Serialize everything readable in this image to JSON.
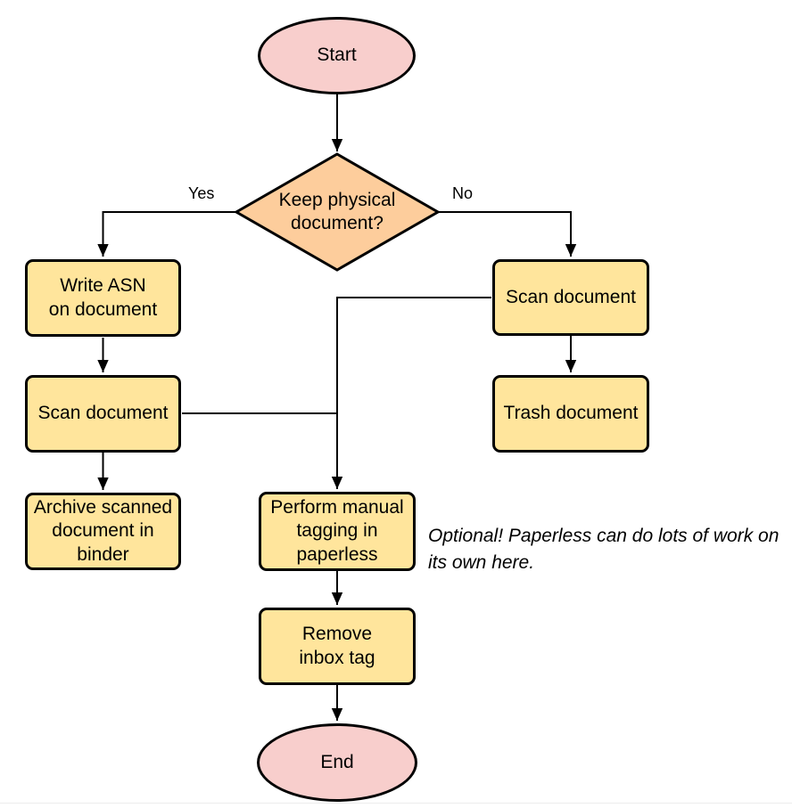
{
  "diagram": {
    "type": "flowchart",
    "colors": {
      "terminal_fill": "#F8CECC",
      "decision_fill": "#FDCD9C",
      "process_fill": "#FFE59C",
      "stroke": "#000000",
      "text": "#000000",
      "page_edge": "#ededed"
    },
    "nodes": {
      "start": {
        "type": "terminal",
        "label": "Start"
      },
      "decision": {
        "type": "decision",
        "label": "Keep physical\ndocument?"
      },
      "write_asn": {
        "type": "process",
        "label": "Write ASN\non document"
      },
      "scan_left": {
        "type": "process",
        "label": "Scan document"
      },
      "archive": {
        "type": "process",
        "label": "Archive scanned\ndocument in\nbinder"
      },
      "scan_right": {
        "type": "process",
        "label": "Scan document"
      },
      "trash": {
        "type": "process",
        "label": "Trash document"
      },
      "tagging": {
        "type": "process",
        "label": "Perform manual\ntagging in\npaperless"
      },
      "remove_inbox": {
        "type": "process",
        "label": "Remove\ninbox tag"
      },
      "end": {
        "type": "terminal",
        "label": "End"
      }
    },
    "edge_labels": {
      "yes": "Yes",
      "no": "No"
    },
    "edges": [
      {
        "from": "start",
        "to": "decision",
        "label": ""
      },
      {
        "from": "decision",
        "to": "write_asn",
        "label": "Yes"
      },
      {
        "from": "decision",
        "to": "scan_right",
        "label": "No"
      },
      {
        "from": "write_asn",
        "to": "scan_left",
        "label": ""
      },
      {
        "from": "scan_left",
        "to": "archive",
        "label": ""
      },
      {
        "from": "scan_left",
        "to": "tagging",
        "label": ""
      },
      {
        "from": "scan_right",
        "to": "trash",
        "label": ""
      },
      {
        "from": "scan_right",
        "to": "tagging",
        "label": ""
      },
      {
        "from": "tagging",
        "to": "remove_inbox",
        "label": ""
      },
      {
        "from": "remove_inbox",
        "to": "end",
        "label": ""
      }
    ],
    "annotation": "Optional! Paperless can do lots of work on its own here."
  }
}
